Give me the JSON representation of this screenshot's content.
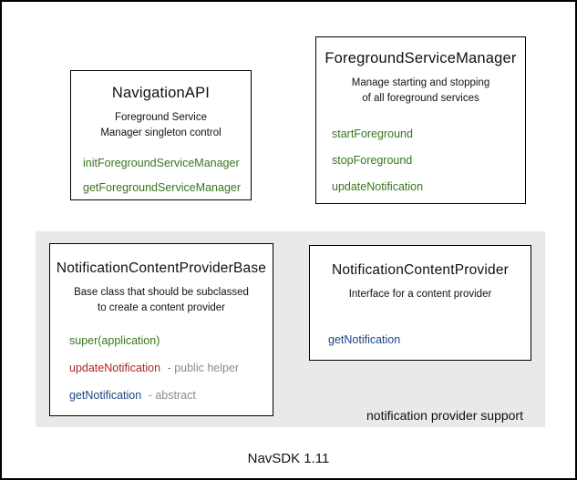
{
  "canvas": {
    "caption": "NavSDK 1.11"
  },
  "region": {
    "label": "notification provider support",
    "bg_color": "#e9e9e9"
  },
  "colors": {
    "method_green": "#38761d",
    "method_red": "#b02323",
    "method_blue": "#1c4587",
    "suffix_gray": "#8b8b8b",
    "box_border": "#000000",
    "canvas_border": "#000000",
    "background": "#ffffff"
  },
  "boxes": {
    "navigation_api": {
      "title": "NavigationAPI",
      "description": "Foreground Service\nManager singleton control",
      "methods": [
        {
          "label": "initForegroundServiceManager"
        },
        {
          "label": "getForegroundServiceManager"
        }
      ]
    },
    "foreground_service_manager": {
      "title": "ForegroundServiceManager",
      "description": "Manage starting and stopping\nof all foreground services",
      "methods": [
        {
          "label": "startForeground"
        },
        {
          "label": "stopForeground"
        },
        {
          "label": "updateNotification"
        }
      ]
    },
    "notification_content_provider_base": {
      "title": "NotificationContentProviderBase",
      "description": "Base class that should be subclassed\nto create a content provider",
      "methods": [
        {
          "label": "super(application)"
        },
        {
          "label": "updateNotification",
          "suffix": "- public helper"
        },
        {
          "label": "getNotification",
          "suffix": "- abstract"
        }
      ]
    },
    "notification_content_provider": {
      "title": "NotificationContentProvider",
      "description": "Interface for a content provider",
      "methods": [
        {
          "label": "getNotification"
        }
      ]
    }
  }
}
